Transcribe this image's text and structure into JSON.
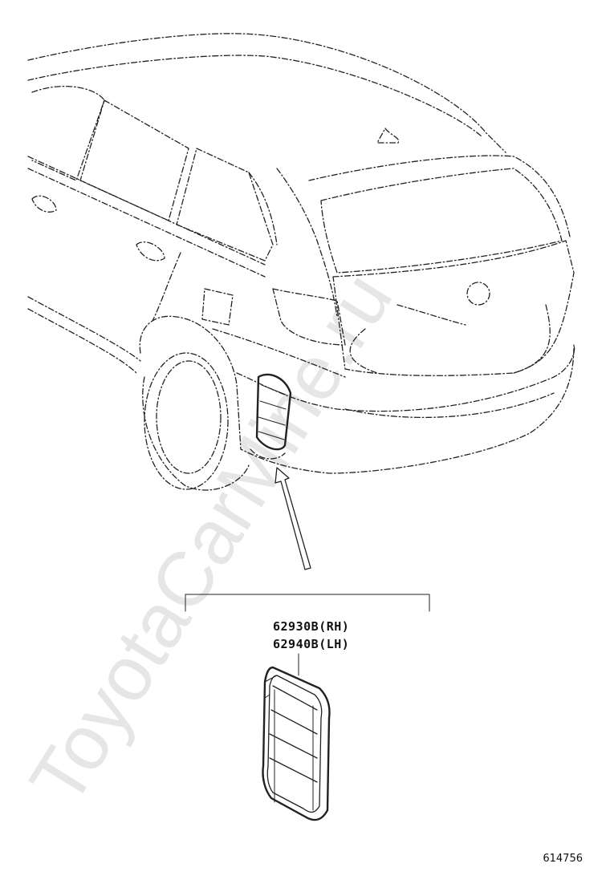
{
  "parts": [
    {
      "number": "62930B",
      "side": "(RH)"
    },
    {
      "number": "62940B",
      "side": "(LH)"
    }
  ],
  "figure_number": "614756",
  "watermark": "ToyotaCarMine.ru",
  "colors": {
    "line": "#222222",
    "watermark": "#e6e6e6"
  }
}
